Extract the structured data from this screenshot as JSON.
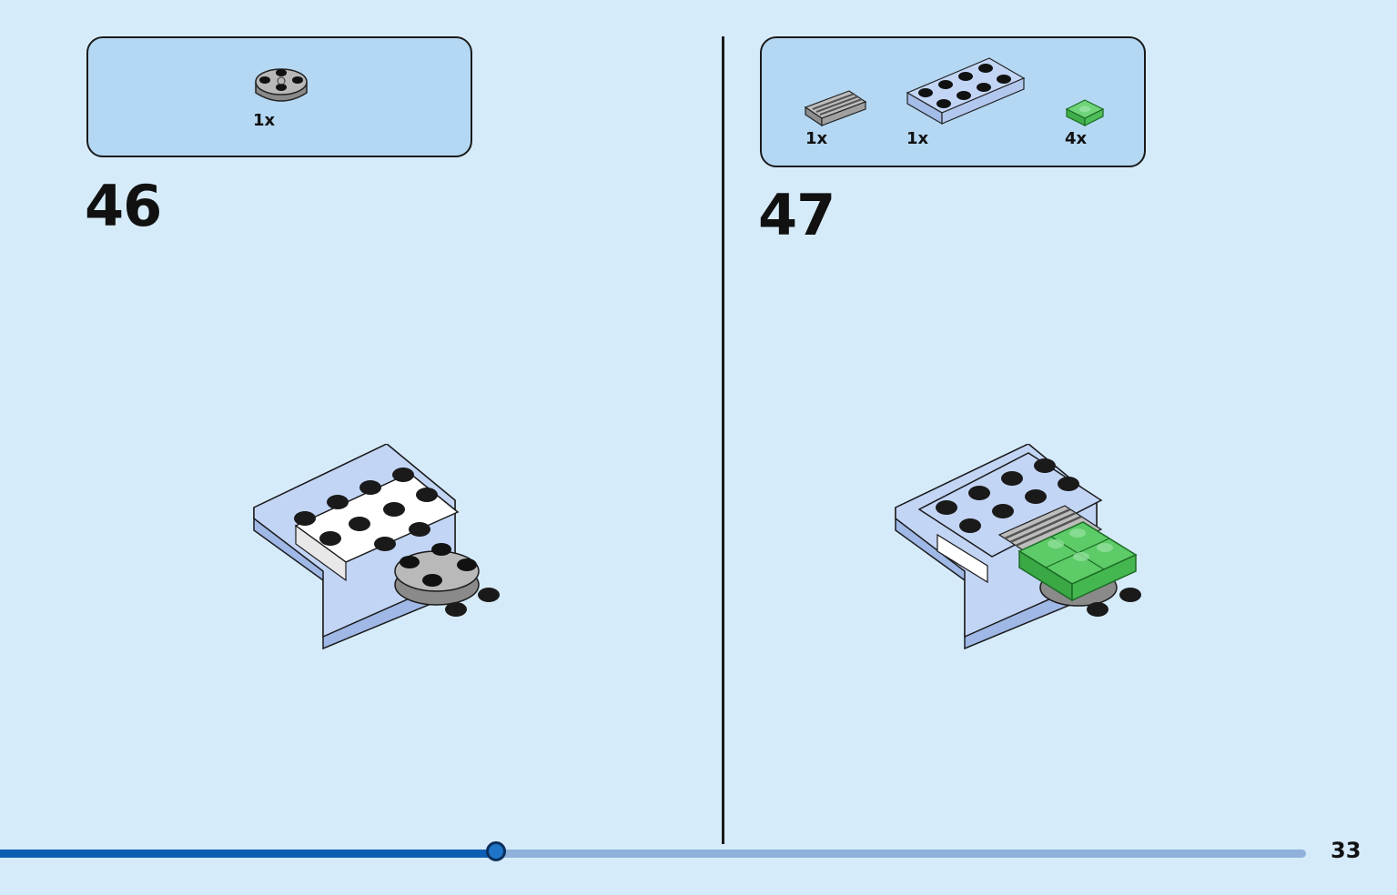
{
  "steps": [
    {
      "number": "46",
      "parts": [
        {
          "name": "gray round plate 2x2",
          "qty": "1x",
          "color": "#9a9a9a"
        }
      ]
    },
    {
      "number": "47",
      "parts": [
        {
          "name": "gray grille tile",
          "qty": "1x",
          "color": "#a8a8a8"
        },
        {
          "name": "light blue plate 2x4",
          "qty": "1x",
          "color": "#b9cff2"
        },
        {
          "name": "trans green tile 1x1",
          "qty": "4x",
          "color": "#48c254"
        }
      ]
    }
  ],
  "page": {
    "number": "33",
    "progress": 0.38
  },
  "colors": {
    "background": "#d6ebfa",
    "parts_box": "#b4d8f3",
    "progress_fill": "#0b5fb3",
    "progress_track": "#8fb1db"
  }
}
